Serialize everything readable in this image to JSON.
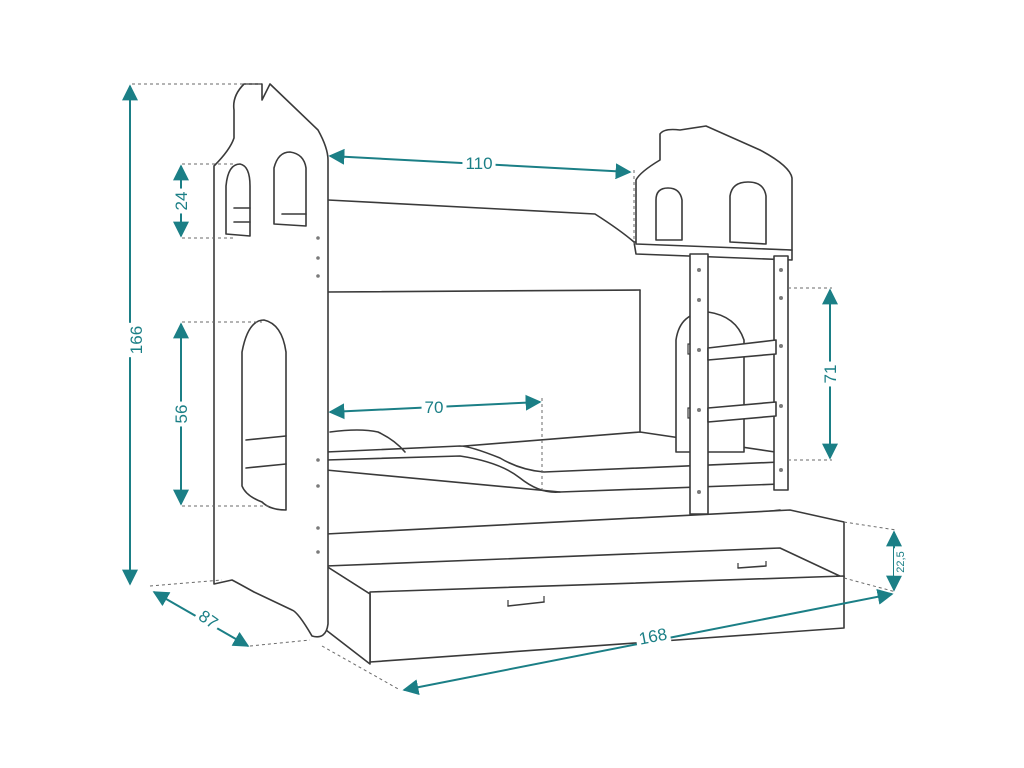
{
  "diagram": {
    "accent_color": "#1b7f86",
    "line_color": "#3a3a3a",
    "dimensions": {
      "total_height": "166",
      "upper_window_height": "24",
      "lower_window_height": "56",
      "upper_clearance": "110",
      "lower_clearance": "70",
      "ladder_height": "71",
      "depth": "87",
      "length": "168",
      "drawer_height": "22,5"
    }
  }
}
